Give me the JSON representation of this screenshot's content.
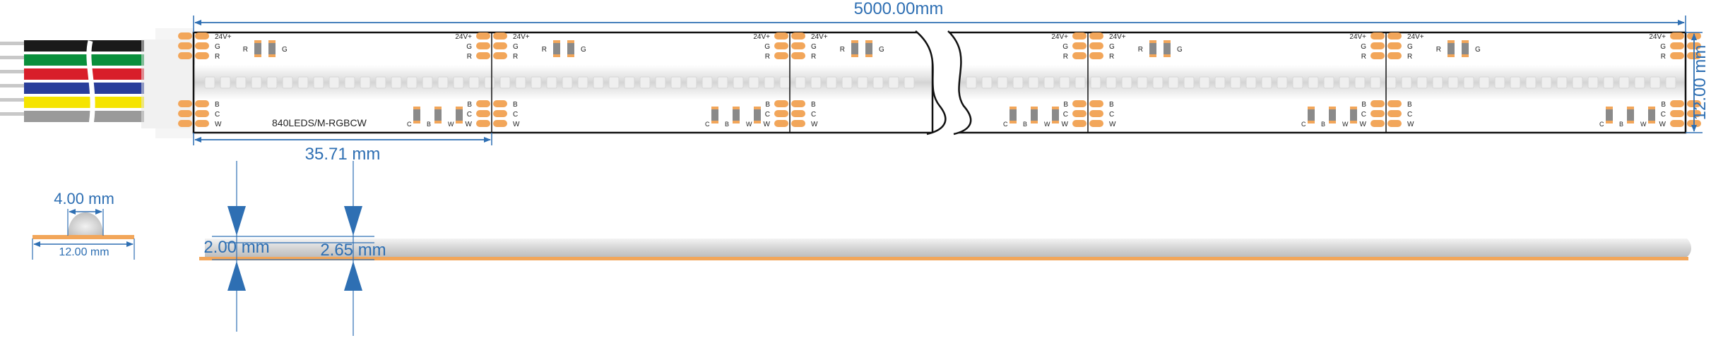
{
  "dimensions": {
    "total_length": "5000.00mm",
    "width": "12.00 mm",
    "segment_length": "35.71 mm",
    "profile_width": "12.00 mm",
    "led_width": "4.00 mm",
    "height_base": "2.00 mm",
    "height_total": "2.65 mm"
  },
  "strip": {
    "model_label": "840LEDS/M-RGBCW",
    "pad_labels_top": [
      "24V+",
      "G",
      "R"
    ],
    "pad_labels_bottom": [
      "B",
      "C",
      "W"
    ],
    "resistor_labels_top": [
      "R",
      "G"
    ],
    "resistor_labels_bottom": [
      "C",
      "B",
      "W"
    ]
  },
  "wires": [
    {
      "name": "black",
      "color": "#1a1a1a"
    },
    {
      "name": "green",
      "color": "#0a8f3c"
    },
    {
      "name": "red",
      "color": "#d81e2a"
    },
    {
      "name": "blue",
      "color": "#2a3e9a"
    },
    {
      "name": "yellow",
      "color": "#f5e400"
    },
    {
      "name": "gray",
      "color": "#9a9a9a"
    }
  ],
  "colors": {
    "dimension": "#2e6fb3",
    "pad": "#f2a65a",
    "pcb_outline": "#111111",
    "resistor": "#8a8a8a"
  }
}
